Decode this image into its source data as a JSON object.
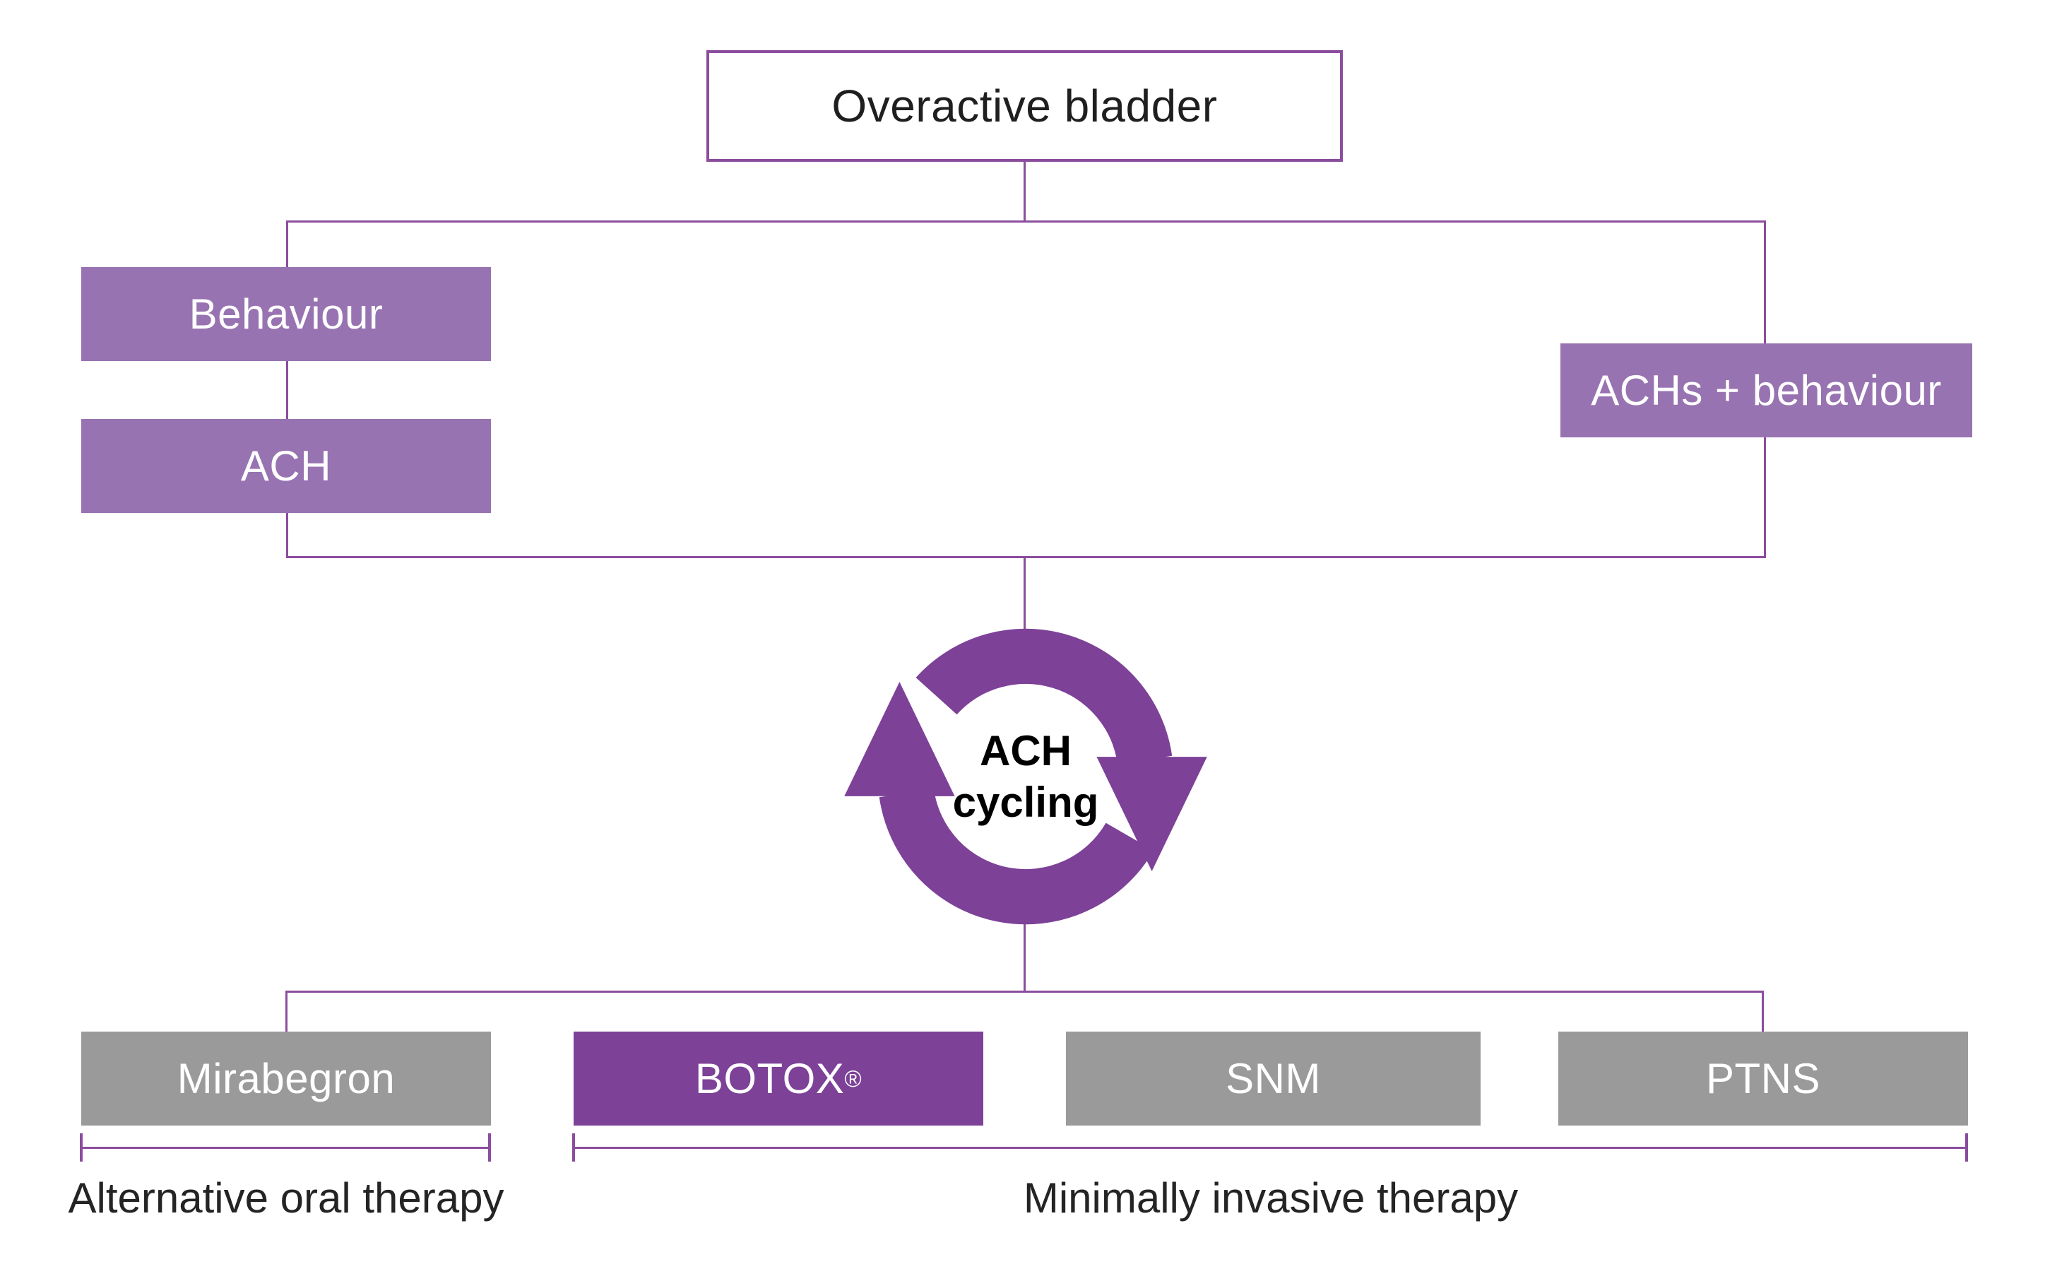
{
  "diagram": {
    "title_box": {
      "label": "Overactive bladder"
    },
    "first_line": {
      "behaviour_label": "Behaviour",
      "ach_label": "ACH",
      "achs_behaviour_label": "ACHs + behaviour"
    },
    "cycle": {
      "line1": "ACH",
      "line2": "cycling"
    },
    "therapies": [
      {
        "label": "Mirabegron",
        "style": "gray"
      },
      {
        "label": "BOTOX",
        "registered_mark": "®",
        "style": "purple-dark"
      },
      {
        "label": "SNM",
        "style": "gray"
      },
      {
        "label": "PTNS",
        "style": "gray"
      }
    ],
    "group_labels": {
      "alternative_oral": "Alternative oral therapy",
      "minimally_invasive": "Minimally invasive therapy"
    },
    "colors": {
      "light_purple_box": "#9873b1",
      "dark_purple_box": "#7d4198",
      "gray_box": "#9a9a9a",
      "connector_purple": "#8b4d9d",
      "cycle_arrow_purple": "#7d4198",
      "text_dark": "#1f1f1f",
      "text_white": "#ffffff"
    }
  }
}
